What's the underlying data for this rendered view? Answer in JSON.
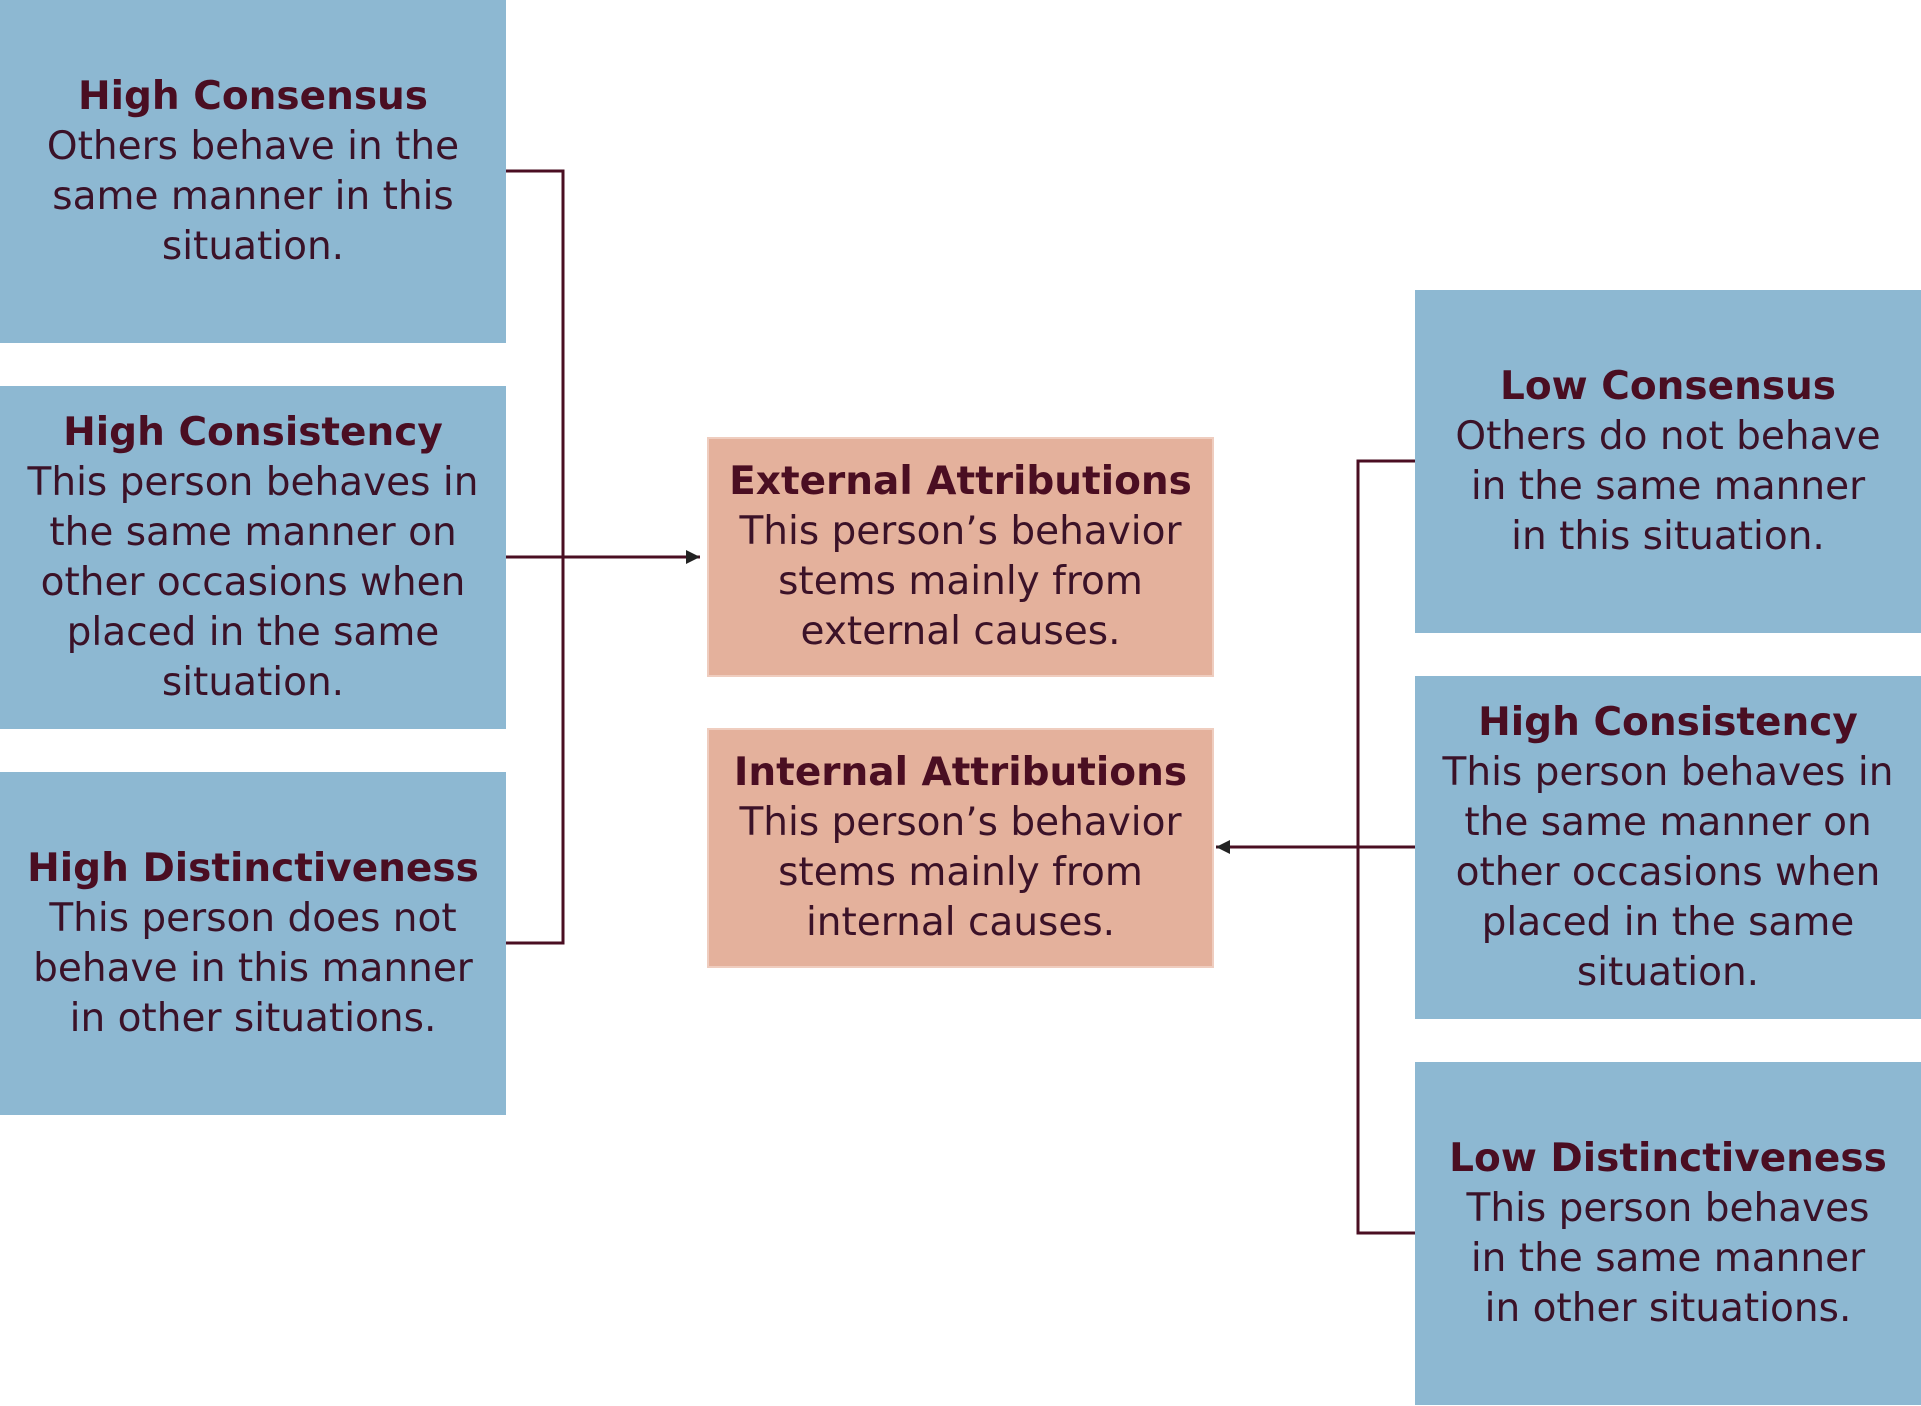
{
  "left_factors": [
    {
      "title": "High Consensus",
      "description": "Others behave in the same manner in this situation."
    },
    {
      "title": "High Consistency",
      "description": "This person behaves in the same manner on other occasions when placed in the same situation."
    },
    {
      "title": "High Distinctiveness",
      "description": "This person does not behave in this manner in other situations."
    }
  ],
  "attributions": {
    "external": {
      "title": "External Attributions",
      "description": "This person’s behavior stems mainly from external causes."
    },
    "internal": {
      "title": "Internal Attributions",
      "description": "This person’s behavior stems mainly from internal causes."
    }
  },
  "right_factors": [
    {
      "title": "Low Consensus",
      "description": "Others do not behave in the same manner in this situation."
    },
    {
      "title": "High Consistency",
      "description": "This person behaves in the same manner on other occasions when placed in the same situation."
    },
    {
      "title": "Low Distinctiveness",
      "description": "This person behaves in the same manner in other situations."
    }
  ],
  "colors": {
    "factor_box": "#8db8d2",
    "attribution_box": "#e4b19c",
    "text": "#4a1628",
    "connector": "#4a0e22"
  }
}
